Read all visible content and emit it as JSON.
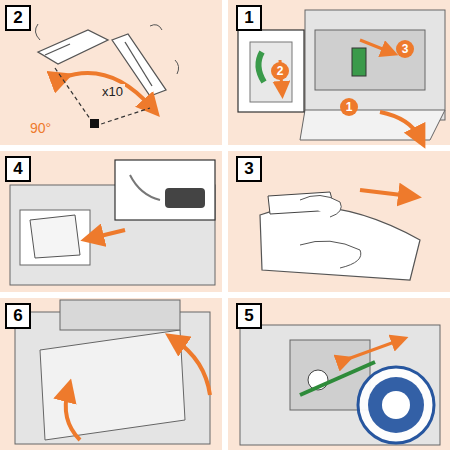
{
  "diagram": {
    "labels": [
      "2",
      "x10",
      "90°",
      "1",
      "2",
      "3",
      "1",
      "4",
      "3",
      "6",
      "5"
    ]
  }
}
